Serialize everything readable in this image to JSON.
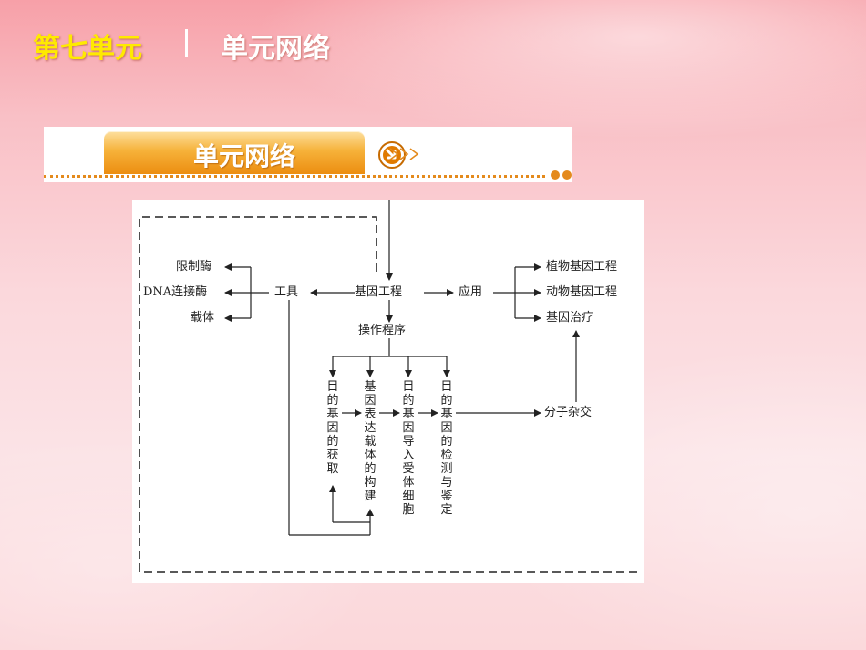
{
  "header": {
    "unit_title": "第七单元",
    "section_title": "单元网络"
  },
  "banner": {
    "label": "单元网络"
  },
  "diagram": {
    "center": "基因工程",
    "tools": "工具",
    "tool_items": [
      "限制酶",
      "DNA连接酶",
      "载体"
    ],
    "application": "应用",
    "application_items": [
      "植物基因工程",
      "动物基因工程",
      "基因治疗"
    ],
    "procedure": "操作程序",
    "steps": [
      "目的基因的获取",
      "基因表达载体的构建",
      "目的基因导入受体细胞",
      "目的基因的检测与鉴定"
    ],
    "hybridization": "分子杂交"
  },
  "colors": {
    "unit_title": "#ffea00",
    "banner_orange": "#ec8d10",
    "line": "#222222"
  }
}
